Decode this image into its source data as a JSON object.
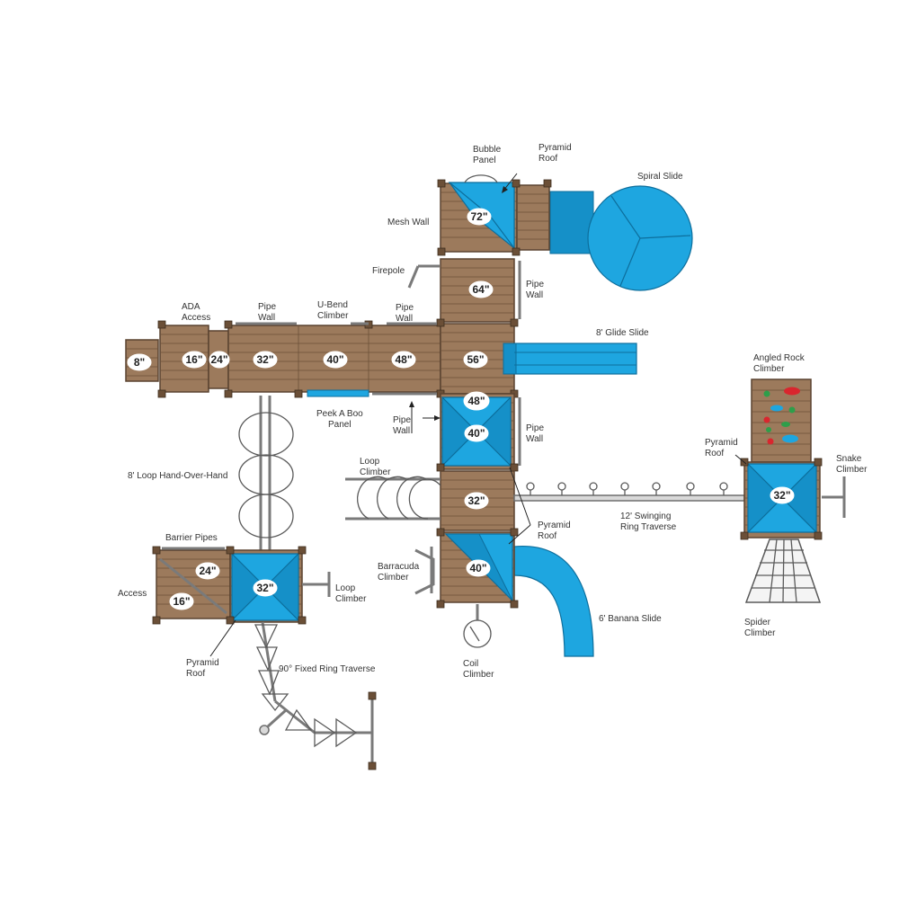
{
  "labels": {
    "bubble_panel": [
      "Bubble",
      "Panel"
    ],
    "pyramid_roof_top": [
      "Pyramid",
      "Roof"
    ],
    "spiral_slide": [
      "Spiral Slide"
    ],
    "mesh_wall": [
      "Mesh Wall"
    ],
    "firepole": [
      "Firepole"
    ],
    "pipe_wall_right_top": [
      "Pipe",
      "Wall"
    ],
    "ada_access": [
      "ADA",
      "Access"
    ],
    "pipe_wall_left": [
      "Pipe",
      "Wall"
    ],
    "ubend_climber": [
      "U-Bend",
      "Climber"
    ],
    "pipe_wall_mid": [
      "Pipe",
      "Wall"
    ],
    "glide_slide": [
      "8' Glide Slide"
    ],
    "angled_rock_climber": [
      "Angled Rock",
      "Climber"
    ],
    "peek_a_boo": [
      "Peek A Boo",
      "Panel"
    ],
    "pipe_wall_arrow": [
      "Pipe",
      "Wall"
    ],
    "pipe_wall_right_mid": [
      "Pipe",
      "Wall"
    ],
    "pyramid_roof_right": [
      "Pyramid",
      "Roof"
    ],
    "snake_climber": [
      "Snake",
      "Climber"
    ],
    "loop_hand_over_hand": [
      "8' Loop Hand-Over-Hand"
    ],
    "loop_climber_mid": [
      "Loop",
      "Climber"
    ],
    "pyramid_roof_mid": [
      "Pyramid",
      "Roof"
    ],
    "swinging_ring": [
      "12' Swinging",
      "Ring Traverse"
    ],
    "barrier_pipes": [
      "Barrier Pipes"
    ],
    "access": [
      "Access"
    ],
    "loop_climber_low": [
      "Loop",
      "Climber"
    ],
    "barracuda_climber": [
      "Barracuda",
      "Climber"
    ],
    "banana_slide": [
      "6' Banana Slide"
    ],
    "spider_climber": [
      "Spider",
      "Climber"
    ],
    "pyramid_roof_low": [
      "Pyramid",
      "Roof"
    ],
    "fixed_ring": [
      "90° Fixed Ring Traverse"
    ],
    "coil_climber": [
      "Coil",
      "Climber"
    ]
  },
  "heights": {
    "h8": "8\"",
    "h16_top": "16\"",
    "h24_top": "24\"",
    "h32_top": "32\"",
    "h40_top": "40\"",
    "h48_top": "48\"",
    "h56": "56\"",
    "h64": "64\"",
    "h72": "72\"",
    "h48_mid": "48\"",
    "h40_mid": "40\"",
    "h32_mid": "32\"",
    "h40_low": "40\"",
    "h32_right": "32\"",
    "h24_low": "24\"",
    "h16_low": "16\"",
    "h32_low": "32\""
  },
  "colors": {
    "deck": "#9c7a5c",
    "slide_blue": "#1ea6e0",
    "rock_red": "#d9262e",
    "rock_green": "#2e9e4a",
    "rock_blue": "#1ea6e0"
  }
}
